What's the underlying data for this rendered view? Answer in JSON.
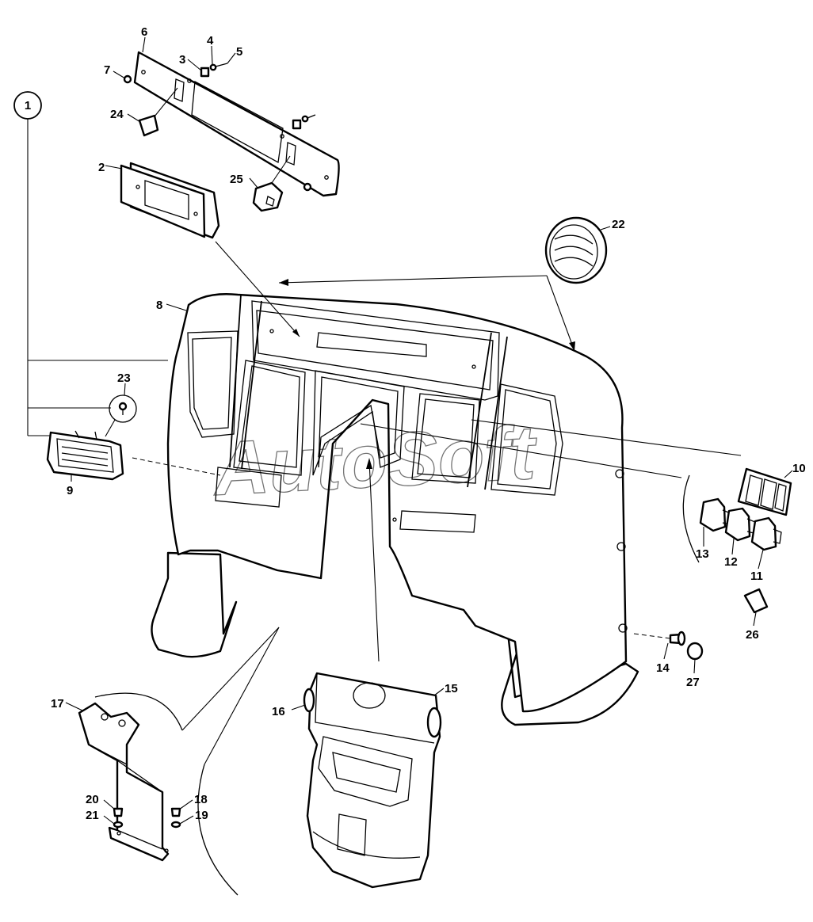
{
  "watermark": "AutoSoft",
  "group_label": "1",
  "callouts": {
    "c2": "2",
    "c3": "3",
    "c4": "4",
    "c5": "5",
    "c6": "6",
    "c7": "7",
    "c8": "8",
    "c9": "9",
    "c10": "10",
    "c11": "11",
    "c12": "12",
    "c13": "13",
    "c14": "14",
    "c15": "15",
    "c16": "16",
    "c17": "17",
    "c18": "18",
    "c19": "19",
    "c20": "20",
    "c21": "21",
    "c22": "22",
    "c23": "23",
    "c24": "24",
    "c25": "25",
    "c26": "26",
    "c27": "27"
  }
}
